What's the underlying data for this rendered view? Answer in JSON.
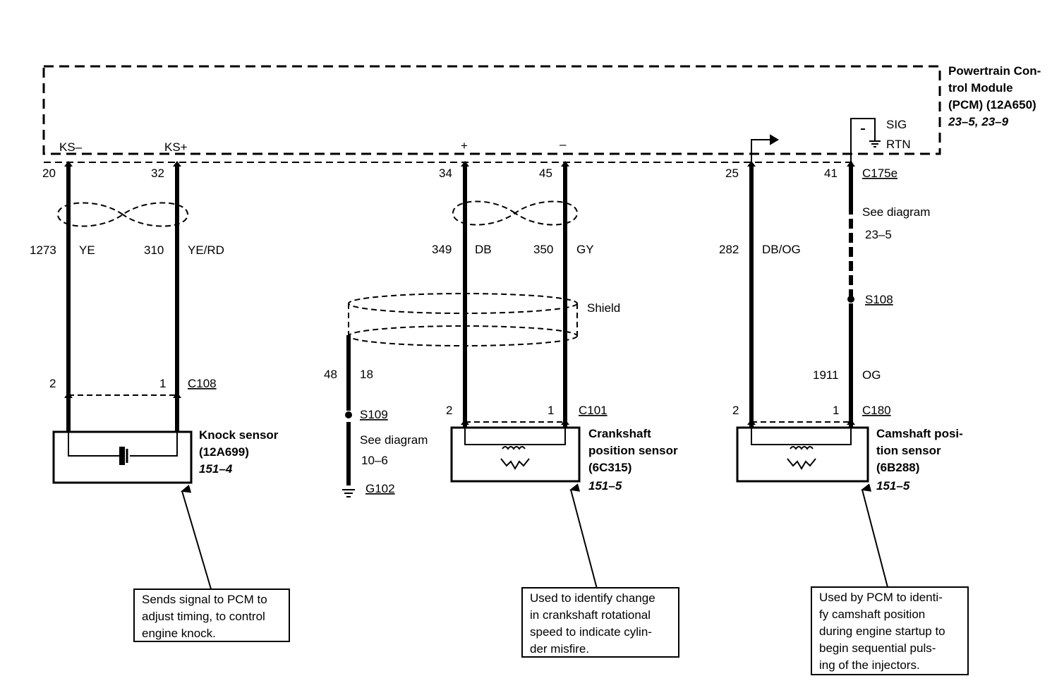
{
  "pcm": {
    "line1": "Powertrain Con-",
    "line2": "trol Module",
    "line3": "(PCM) (12A650)",
    "ref": "23–5, 23–9",
    "sig_label": "SIG",
    "rtn_label": "RTN"
  },
  "pins": {
    "ks_minus": "KS–",
    "ks_plus": "KS+",
    "plus": "+",
    "minus": "–",
    "p20": "20",
    "p32": "32",
    "p34": "34",
    "p45": "45",
    "p25": "25",
    "p41": "41"
  },
  "wires": {
    "w1273": "1273",
    "w1273_color": "YE",
    "w310": "310",
    "w310_color": "YE/RD",
    "w349": "349",
    "w349_color": "DB",
    "w350": "350",
    "w350_color": "GY",
    "w282": "282",
    "w282_color": "DB/OG",
    "w1911": "1911",
    "w1911_color": "OG",
    "w48": "48",
    "w48_size": "18"
  },
  "connectors": {
    "c175e": "C175e",
    "c108": "C108",
    "c101": "C101",
    "c180": "C180",
    "s108": "S108",
    "s109": "S109",
    "g102": "G102",
    "c108_pin2": "2",
    "c108_pin1": "1",
    "c101_pin2": "2",
    "c101_pin1": "1",
    "c180_pin2": "2",
    "c180_pin1": "1"
  },
  "refs": {
    "see_diagram_1": "See diagram",
    "see_diagram_1_num": "23–5",
    "see_diagram_2": "See diagram",
    "see_diagram_2_num": "10–6",
    "shield": "Shield"
  },
  "components": {
    "knock": {
      "line1": "Knock sensor",
      "line2": "(12A699)",
      "ref": "151–4"
    },
    "crank": {
      "line1": "Crankshaft",
      "line2": "position sensor",
      "line3": "(6C315)",
      "ref": "151–5"
    },
    "cam": {
      "line1": "Camshaft posi-",
      "line2": "tion sensor",
      "line3": "(6B288)",
      "ref": "151–5"
    }
  },
  "notes": {
    "knock": "Sends signal to PCM to\nadjust timing, to control\nengine knock.",
    "crank": "Used to identify change\nin crankshaft rotational\nspeed to indicate cylin-\nder misfire.",
    "cam": "Used by PCM to identi-\nfy camshaft position\nduring engine startup to\nbegin sequential puls-\ning of the injectors."
  }
}
